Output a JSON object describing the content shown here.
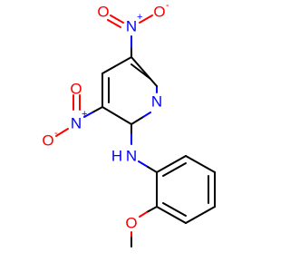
{
  "molecule": {
    "atoms": {
      "pyridine_n": "N",
      "amine_n": "N",
      "amine_h": "H",
      "nitro_top_n": "N",
      "nitro_top_n_charge": "+",
      "nitro_top_o_left": "O",
      "nitro_top_o_right": "O",
      "nitro_top_o_charge": "-",
      "nitro_left_n": "N",
      "nitro_left_n_charge": "+",
      "nitro_left_o_top": "O",
      "nitro_left_o_left": "O",
      "nitro_left_o_charge": "-",
      "methoxy_o": "O"
    },
    "colors": {
      "carbon": "#000000",
      "nitrogen": "#0000ff",
      "oxygen": "#ff0000"
    }
  }
}
